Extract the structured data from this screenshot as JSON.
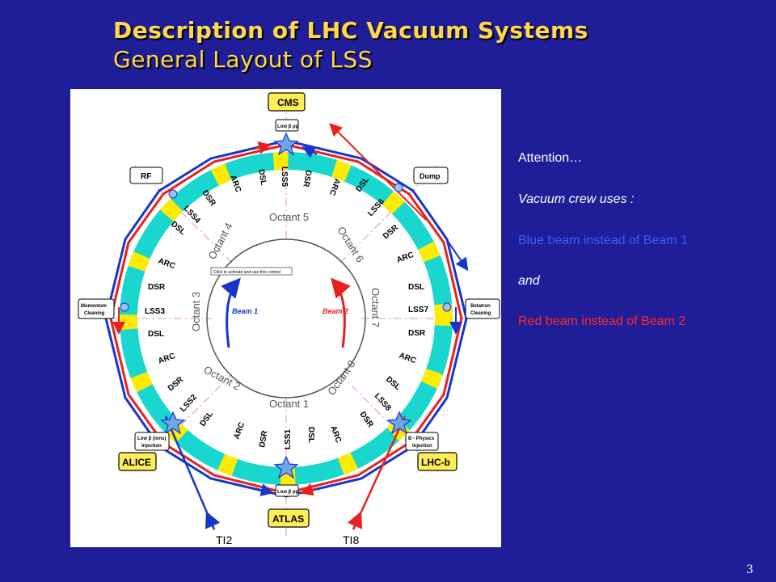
{
  "slide": {
    "title_line1": "Description of LHC Vacuum Systems",
    "title_line2": "General Layout of LSS",
    "page_number": "3"
  },
  "side_text": {
    "line1": "Attention…",
    "line2": "Vacuum crew uses :",
    "line3": "Blue beam instead of Beam 1",
    "line4": "and",
    "line5": "Red beam instead of Beam 2"
  },
  "diagram": {
    "experiments": {
      "top": "CMS",
      "bottom": "ATLAS",
      "left": "ALICE",
      "right": "LHC-b"
    },
    "boxes": {
      "rf": "RF",
      "dump": "Dump",
      "momentum": [
        "Momentum",
        "Cleaning"
      ],
      "betatron": [
        "Betatron",
        "Cleaning"
      ],
      "lowbeta_top": "Low β pp",
      "lowbeta_bottom": "Low β pp",
      "alice_inj": [
        "Low β (ions)",
        "Injection"
      ],
      "lhcb_inj": [
        "B - Physics",
        "Injection"
      ]
    },
    "octants": [
      "Octant 1",
      "Octant 2",
      "Octant 3",
      "Octant 4",
      "Octant 5",
      "Octant 6",
      "Octant 7",
      "Octant 8"
    ],
    "beams": {
      "beam1": "Beam 1",
      "beam2": "Beam 2"
    },
    "transfer_lines": {
      "left": "TI2",
      "right": "TI8"
    },
    "tooltip": "Click to activate and use this control",
    "labels": {
      "top": [
        "ARC",
        "DSL",
        "LSS5",
        "DSR",
        "ARC"
      ],
      "top_left": [
        "DSR",
        "LSS4",
        "DSL"
      ],
      "top_right": [
        "DSL",
        "LSS6",
        "DSR"
      ],
      "left": [
        "ARC",
        "DSR",
        "LSS3",
        "DSL",
        "ARC"
      ],
      "right": [
        "ARC",
        "DSL",
        "LSS7",
        "DSR",
        "ARC"
      ],
      "bottom_left": [
        "DSR",
        "LSS2",
        "DSL"
      ],
      "bottom_right": [
        "DSL",
        "LSS8",
        "DSR"
      ],
      "bottom": [
        "ARC",
        "DSR",
        "LSS1",
        "DSL",
        "ARC"
      ]
    },
    "colors": {
      "red_beam": "#e8211c",
      "blue_beam": "#1736c8",
      "cyan": "#19d7cf",
      "yellow": "#ffeb00",
      "box_yellow": "#ffee55"
    }
  }
}
